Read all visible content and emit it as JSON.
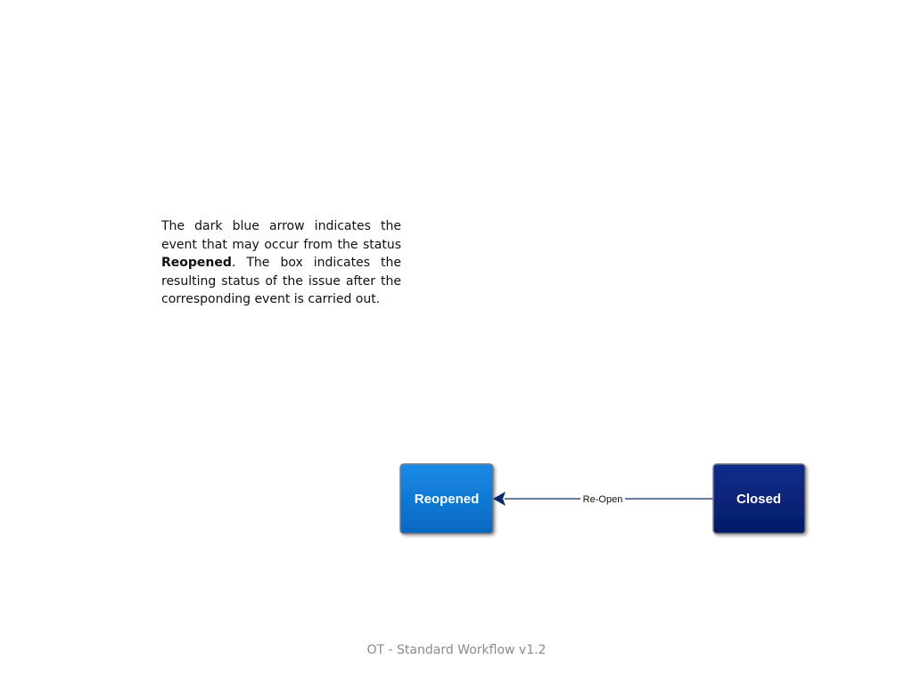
{
  "description": {
    "part1": "The dark blue arrow indicates the event that may occur from the status ",
    "status_bold": "Reopened",
    "part2": ".  The box indicates the resulting status of the issue after the corresponding event is carried out."
  },
  "diagram": {
    "nodes": [
      {
        "id": "reopened",
        "label": "Reopened",
        "color": "#0a78d4"
      },
      {
        "id": "closed",
        "label": "Closed",
        "color": "#07247a"
      }
    ],
    "edges": [
      {
        "from": "closed",
        "to": "reopened",
        "label": "Re-Open",
        "color": "#0b2a6b"
      }
    ]
  },
  "footer": {
    "text": "OT - Standard Workflow v1.2"
  }
}
